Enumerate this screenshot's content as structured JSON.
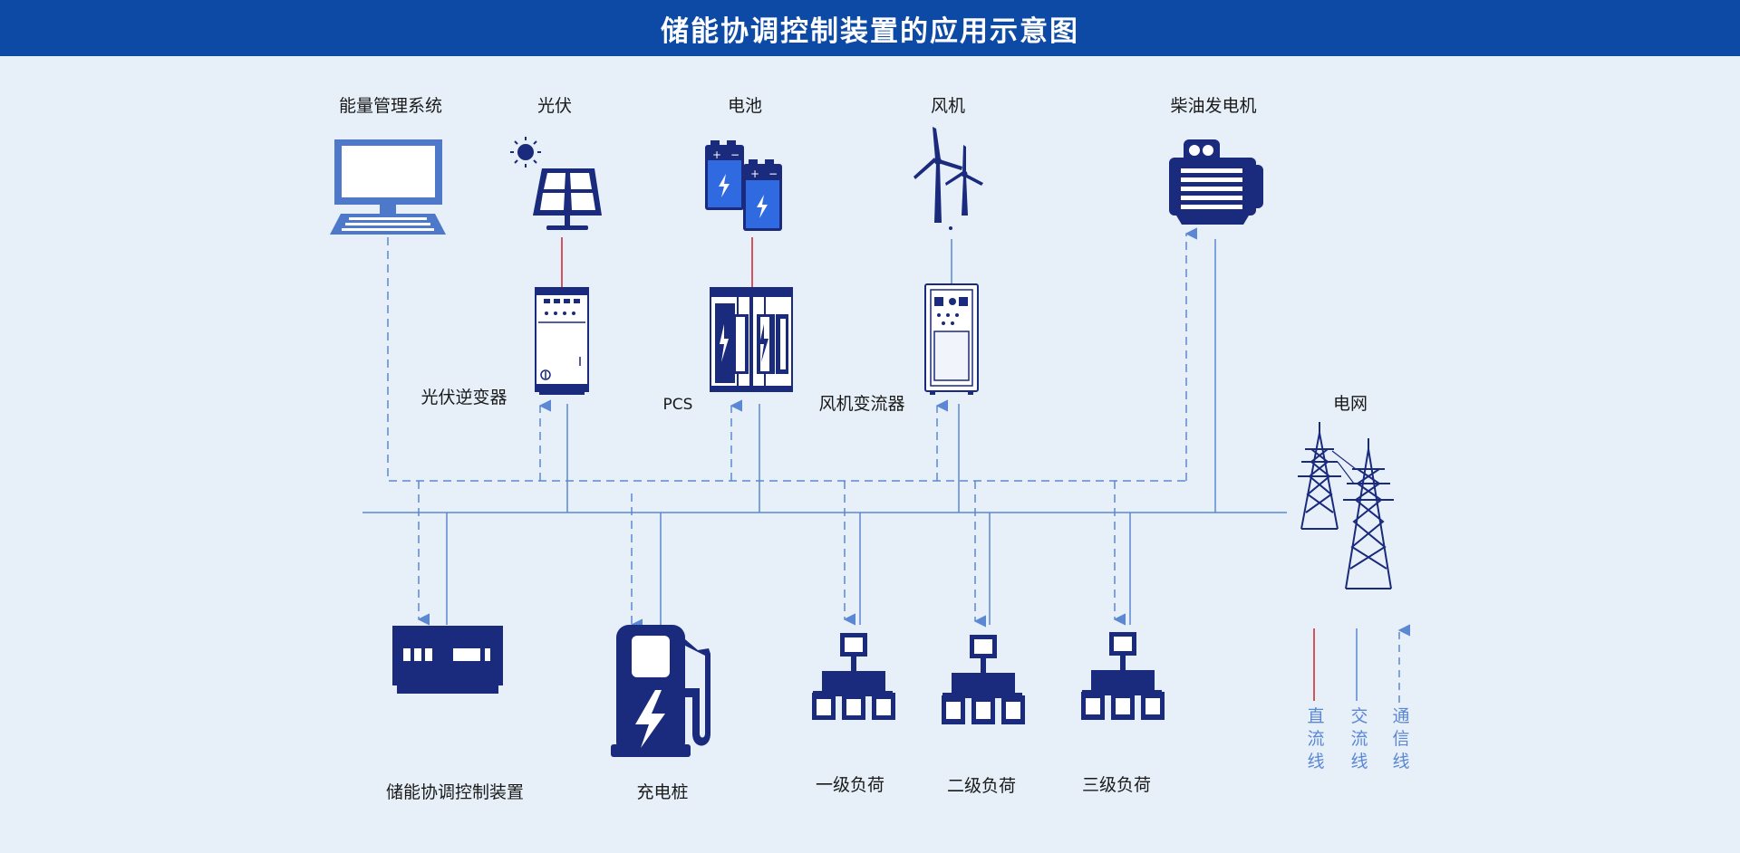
{
  "title": "储能协调控制装置的应用示意图",
  "colors": {
    "header_bg": "#0c4aa6",
    "background": "#e7f0f9",
    "icon_navy": "#1a2a7c",
    "dc_line": "#cc1f2a",
    "ac_line": "#5b87d3",
    "comm_line": "#5b87d3"
  },
  "top_devices": {
    "ems": "能量管理系统",
    "pv": "光伏",
    "battery": "电池",
    "wind": "风机",
    "diesel": "柴油发电机"
  },
  "converters": {
    "pv_inverter": "光伏逆变器",
    "pcs": "PCS",
    "wind_converter": "风机变流器"
  },
  "grid": "电网",
  "bottom_devices": {
    "controller": "储能协调控制装置",
    "charger": "充电桩",
    "load1": "一级负荷",
    "load2": "二级负荷",
    "load3": "三级负荷"
  },
  "legend": {
    "dc": [
      "直",
      "流",
      "线"
    ],
    "ac": [
      "交",
      "流",
      "线"
    ],
    "comm": [
      "通",
      "信",
      "线"
    ]
  },
  "icons": [
    "monitor-icon",
    "sun-icon",
    "solar-panel-icon",
    "battery-icon",
    "wind-turbine-icon",
    "diesel-generator-icon",
    "inverter-cabinet-icon",
    "pcs-cabinet-icon",
    "converter-cabinet-icon",
    "transmission-tower-icon",
    "controller-device-icon",
    "charging-pile-icon",
    "load-network-icon"
  ]
}
